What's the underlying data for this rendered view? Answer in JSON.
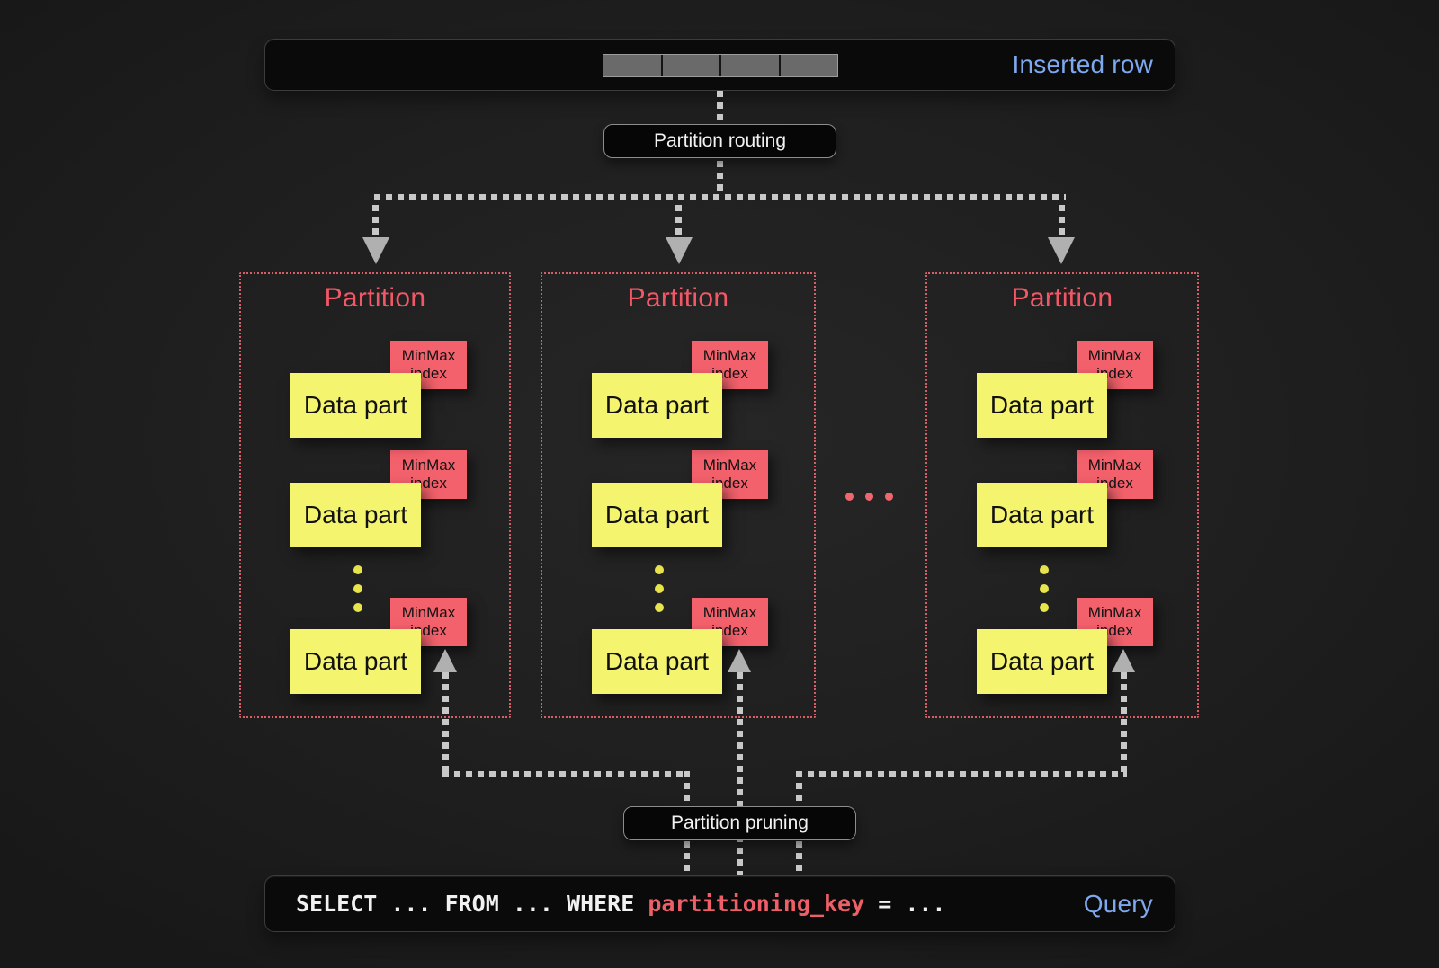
{
  "colors": {
    "background": "#1e1e1e",
    "bar_background": "#0a0a0a",
    "accent_blue": "#7ea9ee",
    "partition_red": "#f25766",
    "minmax_red": "#f3616c",
    "data_part_yellow": "#f4f46e",
    "connector_gray": "#c8c8c8",
    "inserted_row_cell_gray": "#6a6a6a",
    "yellow_dot": "#e8e44c"
  },
  "inserted_row": {
    "label": "Inserted row",
    "cell_count": 4
  },
  "routing": {
    "label": "Partition routing"
  },
  "pruning": {
    "label": "Partition pruning"
  },
  "partitions": [
    {
      "title": "Partition",
      "parts": [
        {
          "label": "Data part",
          "index_label": "MinMax index"
        },
        {
          "label": "Data part",
          "index_label": "MinMax index"
        },
        {
          "label": "Data part",
          "index_label": "MinMax index"
        }
      ]
    },
    {
      "title": "Partition",
      "parts": [
        {
          "label": "Data part",
          "index_label": "MinMax index"
        },
        {
          "label": "Data part",
          "index_label": "MinMax index"
        },
        {
          "label": "Data part",
          "index_label": "MinMax index"
        }
      ]
    },
    {
      "title": "Partition",
      "parts": [
        {
          "label": "Data part",
          "index_label": "MinMax index"
        },
        {
          "label": "Data part",
          "index_label": "MinMax index"
        },
        {
          "label": "Data part",
          "index_label": "MinMax index"
        }
      ]
    }
  ],
  "decorations": {
    "column_ellipsis_dots_per_partition": 3,
    "between_partition_ellipsis_dots": 3
  },
  "query": {
    "before_key": "SELECT ... FROM ... WHERE ",
    "key": "partitioning_key",
    "after_key": " = ...",
    "label": "Query"
  }
}
